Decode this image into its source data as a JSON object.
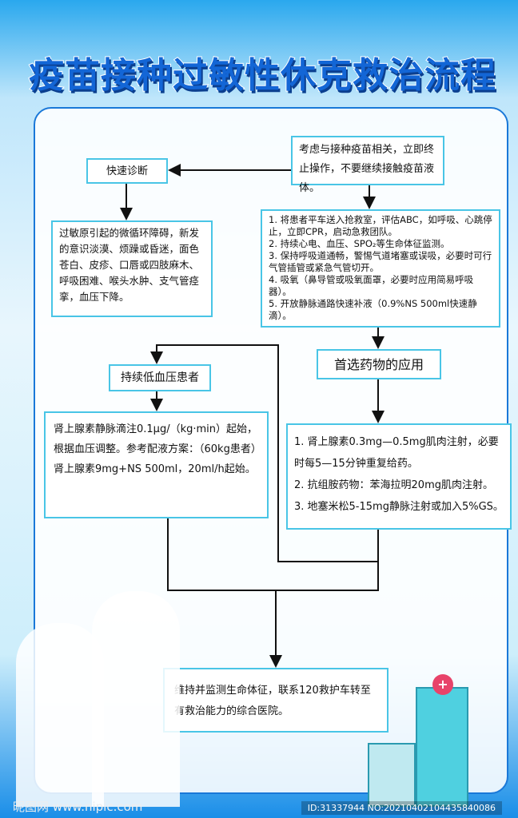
{
  "title": "疫苗接种过敏性休克救治流程",
  "boxes": {
    "stop": "考虑与接种疫苗相关，立即终止操作，不要继续接触疫苗液体。",
    "quick_diag": "快速诊断",
    "symptoms": "过敏原引起的微循环障碍，新发的意识淡漠、烦躁或昏迷，面色苍白、皮疹、口唇或四肢麻木、呼吸困难、喉头水肿、支气管痉挛，血压下降。",
    "steps": [
      "1. 将患者平车送入抢救室，评估ABC，如呼吸、心跳停止，立即CPR，启动急救团队。",
      "2. 持续心电、血压、SPO₂等生命体征监测。",
      "3. 保持呼吸道通畅，警惕气道堵塞或误吸，必要时可行气管插管或紧急气管切开。",
      "4. 吸氧（鼻导管或吸氧面罩，必要时应用简易呼吸器）。",
      "5. 开放静脉通路快速补液（0.9%NS 500ml快速静滴）。"
    ],
    "first_drug": "首选药物的应用",
    "hypotension": "持续低血压患者",
    "epi_drip": "肾上腺素静脉滴注0.1μg/（kg·min）起始，根据血压调整。参考配液方案：（60kg患者）肾上腺素9mg+NS 500ml，20ml/h起始。",
    "drugs": [
      "1. 肾上腺素0.3mg—0.5mg肌肉注射，必要时每5—15分钟重复给药。",
      "2. 抗组胺药物：苯海拉明20mg肌肉注射。",
      "3. 地塞米松5-15mg静脉注射或加入5%GS。"
    ],
    "final": "维持并监测生命体征，联系120救护车转至有救治能力的综合医院。"
  },
  "watermark": {
    "site": "昵图网 www.nipic.com",
    "id": "ID:31337944 NO:20210402104435840086"
  }
}
